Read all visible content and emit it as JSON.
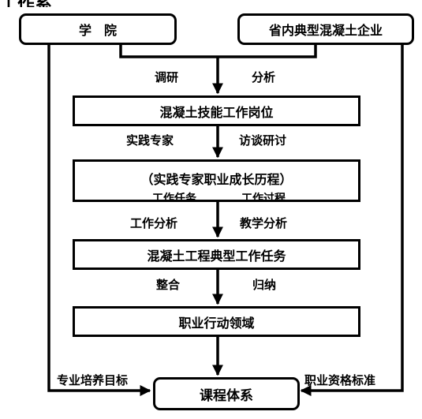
{
  "top_fragment": "工作系",
  "nodes": {
    "college": "学　院",
    "enterprise": "省内典型混凝土企业",
    "post": "混凝土技能工作岗位",
    "growth": "（实践专家职业成长历程）",
    "task": "混凝土工程典型工作任务",
    "field": "职业行动领域",
    "curriculum": "课程体系"
  },
  "growth_sub": {
    "left": "工作任务",
    "right": "工作过程"
  },
  "labels": {
    "research": "调研",
    "analysis": "分析",
    "expert": "实践专家",
    "interview": "访谈研讨",
    "work_analysis": "工作分析",
    "teaching_analysis": "教学分析",
    "integrate": "整合",
    "summarize": "归纳",
    "training_goal": "专业培养目标",
    "qualification": "职业资格标准"
  }
}
